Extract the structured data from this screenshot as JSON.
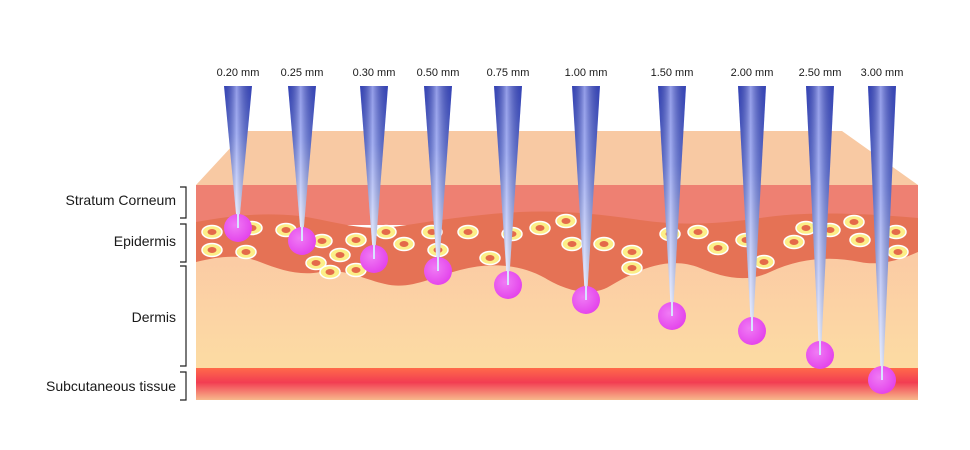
{
  "layers": [
    {
      "id": "stratum-corneum",
      "label": "Stratum Corneum"
    },
    {
      "id": "epidermis",
      "label": "Epidermis"
    },
    {
      "id": "dermis",
      "label": "Dermis"
    },
    {
      "id": "subcutaneous",
      "label": "Subcutaneous tissue"
    }
  ],
  "needles": [
    {
      "label": "0.20 mm",
      "depth_mm": 0.2
    },
    {
      "label": "0.25 mm",
      "depth_mm": 0.25
    },
    {
      "label": "0.30 mm",
      "depth_mm": 0.3
    },
    {
      "label": "0.50 mm",
      "depth_mm": 0.5
    },
    {
      "label": "0.75 mm",
      "depth_mm": 0.75
    },
    {
      "label": "1.00 mm",
      "depth_mm": 1.0
    },
    {
      "label": "1.50 mm",
      "depth_mm": 1.5
    },
    {
      "label": "2.00 mm",
      "depth_mm": 2.0
    },
    {
      "label": "2.50 mm",
      "depth_mm": 2.5
    },
    {
      "label": "3.00 mm",
      "depth_mm": 3.0
    }
  ],
  "colors": {
    "skin_top": "#f8c9a3",
    "stratum": "#ee8072",
    "epidermis": "#e57255",
    "dermis_top": "#fbc7a5",
    "dermis_bottom": "#fcdca3",
    "subcutaneous": "#f23d52",
    "cell_fill": "#fcee87",
    "cell_ring": "#ffffff",
    "needle_dark": "#3e4fd6",
    "needle_light": "#d9e2ff",
    "tip": "#e23dea"
  }
}
